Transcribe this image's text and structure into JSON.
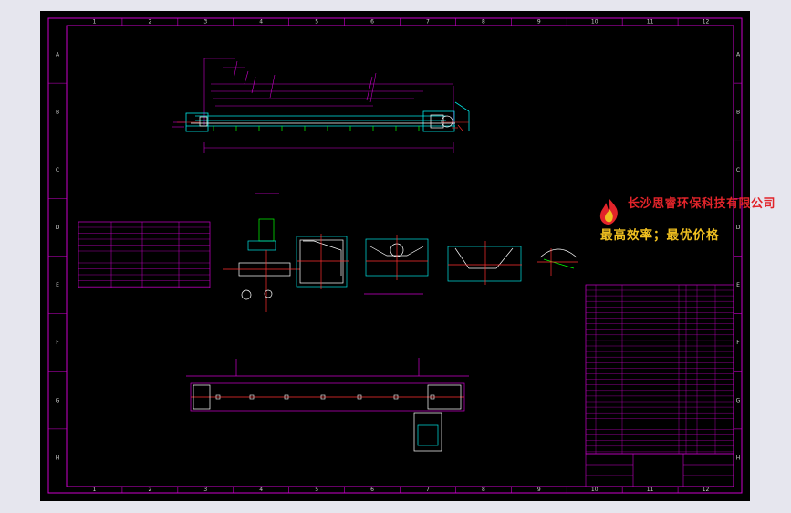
{
  "drawing": {
    "frame_color": "#cc00cc",
    "column_labels": [
      "1",
      "2",
      "3",
      "4",
      "5",
      "6",
      "7",
      "8",
      "9",
      "10",
      "11",
      "12"
    ],
    "row_labels": [
      "A",
      "B",
      "C",
      "D",
      "E",
      "F",
      "G",
      "H"
    ]
  },
  "watermark": {
    "company": "长沙思睿环保科技有限公司",
    "slogan": "最高效率；最优价格",
    "company_color": "#e2242a",
    "slogan_color": "#f0c020"
  }
}
